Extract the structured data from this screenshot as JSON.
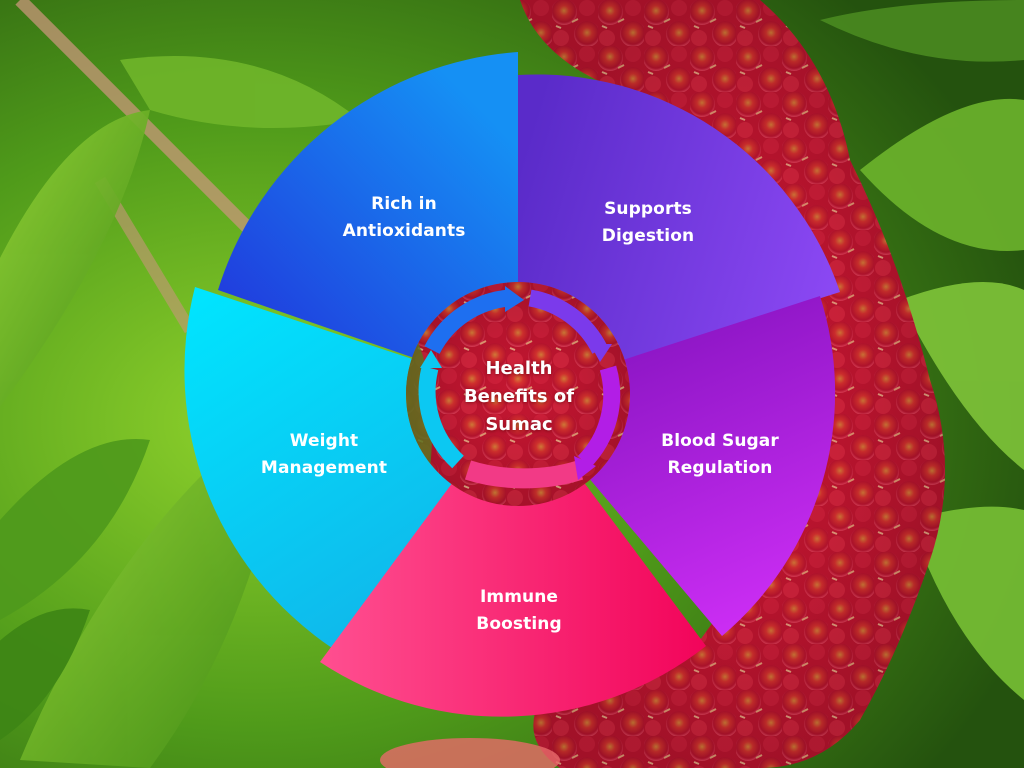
{
  "diagram": {
    "title_lines": [
      "Health",
      "Benefits of",
      "Sumac"
    ],
    "segments": [
      {
        "id": "antioxidants",
        "lines": [
          "Rich in",
          "Antioxidants"
        ],
        "color_start": "#1f3fe0",
        "color_end": "#1786f2"
      },
      {
        "id": "digestion",
        "lines": [
          "Supports",
          "Digestion"
        ],
        "color_start": "#5b2fd0",
        "color_end": "#8a45f0"
      },
      {
        "id": "blood-sugar",
        "lines": [
          "Blood Sugar",
          "Regulation"
        ],
        "color_start": "#8a12c8",
        "color_end": "#cc2cf4"
      },
      {
        "id": "immune",
        "lines": [
          "Immune",
          "Boosting"
        ],
        "color_start": "#ff4a8c",
        "color_end": "#f5065e"
      },
      {
        "id": "weight",
        "lines": [
          "Weight",
          "Management"
        ],
        "color_start": "#00e0ff",
        "color_end": "#12b8ea"
      }
    ],
    "center_arrows": [
      "blue-arrow",
      "purple-arrow",
      "pink-arrow",
      "cyan-arrow"
    ]
  },
  "background": {
    "left_subject": "green sumac leaves",
    "right_subject": "red sumac fruit cluster",
    "leaf_color": "#5fae1e",
    "fruit_color": "#b3122e"
  }
}
